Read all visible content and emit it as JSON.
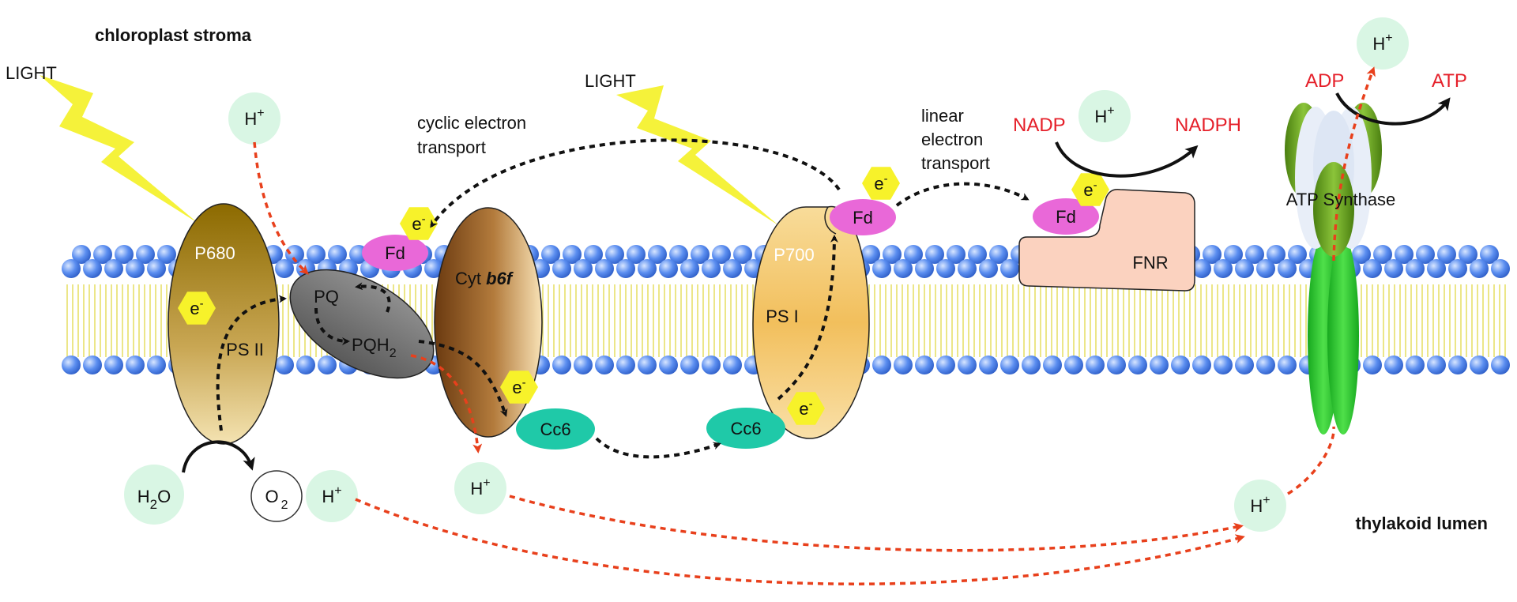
{
  "labels": {
    "stroma": "chloroplast stroma",
    "lumen": "thylakoid lumen",
    "light1": "LIGHT",
    "light2": "LIGHT",
    "cyclic_line1": "cyclic electron",
    "cyclic_line2": "transport",
    "linear_line1": "linear",
    "linear_line2": "electron",
    "linear_line3": "transport"
  },
  "ps2": {
    "top": "P680",
    "name": "PS II"
  },
  "ps1": {
    "top": "P700",
    "name": "PS I"
  },
  "pq": {
    "pq": "PQ",
    "pqh2": "PQH",
    "sub": "2"
  },
  "cyt": {
    "prefix": "Cyt ",
    "italic": "b6f"
  },
  "fd": {
    "left": "Fd",
    "mid": "Fd",
    "right": "Fd"
  },
  "fnr": "FNR",
  "cc6": {
    "left": "Cc6",
    "right": "Cc6"
  },
  "electron": {
    "base": "e",
    "sup": "-"
  },
  "proton": {
    "base": "H",
    "sup": "+"
  },
  "water": {
    "base": "H",
    "sub": "2",
    "end": "O"
  },
  "oxygen": {
    "base": "O",
    "sub": "2"
  },
  "nadp": "NADP",
  "nadph": "NADPH",
  "adp": "ADP",
  "atp": "ATP",
  "atp_synthase": "ATP Synthase",
  "colors": {
    "arrow_red": "#e8401c",
    "membrane_bead": "#4f7fe0",
    "lipid_tail": "#e8e06a",
    "proton_fill": "#d9f6e4",
    "electron_fill": "#f7f22a",
    "fd_fill": "#e968d8",
    "cc6_fill": "#1fc9a8",
    "fnr_fill": "#fbd2bf",
    "label_red": "#e5202a"
  }
}
